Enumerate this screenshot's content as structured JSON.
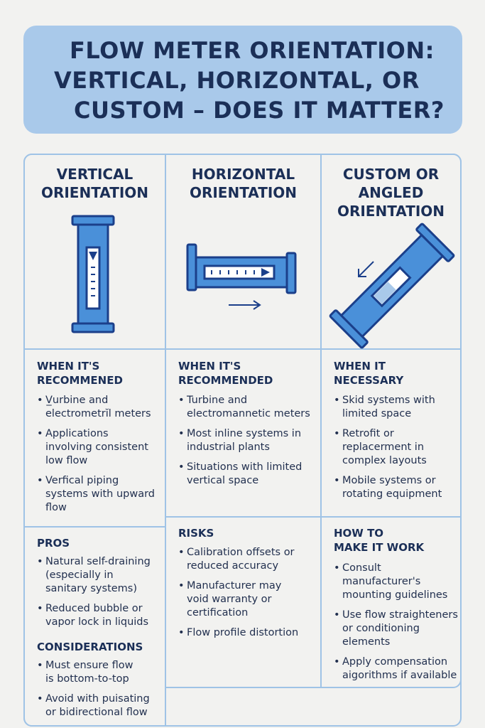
{
  "header": {
    "title_lines": [
      "FLOW METER ORIENTATION:",
      "VERTICAL, HORIZONTAL, OR",
      "CUSTOM – DOES IT MATTER?"
    ]
  },
  "colors": {
    "banner": "#a9c9ea",
    "border": "#9fc3e6",
    "pipe_fill": "#4a90d9",
    "pipe_stroke": "#1b3f8a",
    "navy": "#1b2f57"
  },
  "columns": [
    {
      "heading": "VERTICAL\nORIENTATION",
      "icon": "vertical-pipe-icon",
      "recommended_title": "WHEN IT'S\nRECOMMENED",
      "recommended_items": [
        "V̲urbine and\nelectrometrĭl meters",
        "Applications\ninvolving consistent\nlow flow",
        "Verfical piping\nsystems with upward\nflow"
      ],
      "pros_title": "PROS",
      "pros_items": [
        "Natural self-draining\n(especially in\nsanitary systems)",
        "Reduced bubble or\nvapor lock in liquids"
      ],
      "considerations_title": "CONSIDERATIONS",
      "considerations_items": [
        "Must ensure flow\nis bottom-to-top",
        "Avoid with puisating\nor bidirectional flow"
      ]
    },
    {
      "heading": "HORIZONTAL\nORIENTATION",
      "icon": "horizontal-pipe-icon",
      "recommended_title": "WHEN IT'S\nRECOMMENDED",
      "recommended_items": [
        "Turbine and\nelectromannetic meters",
        "Most inline systems in\nindustrial plants",
        "Situations with limited\nvertical space"
      ],
      "risks_title": "RISKS",
      "risks_items": [
        "Calibration offsets or\nreduced accuracy",
        "Manufacturer may\nvoid warranty or\ncertification",
        "Flow profile distortion"
      ]
    },
    {
      "heading": "CUSTOM OR\nANGLED\nORIENTATION",
      "icon": "angled-pipe-icon",
      "recommended_title": "WHEN IT\nNECESSARY",
      "recommended_items": [
        "Skid systems with\nlimited space",
        "Retrofit or\nreplacerment in\ncomplex layouts",
        "Mobile systems or\nrotating equipment"
      ],
      "howto_title": "HOW TO\nMAKE IT WORK",
      "howto_items": [
        "Consult manufacturer's\nmounting guidelines",
        "Use flow straighteners\nor conditioning\nelements",
        "Apply compensation\naigorithms if available"
      ]
    }
  ]
}
